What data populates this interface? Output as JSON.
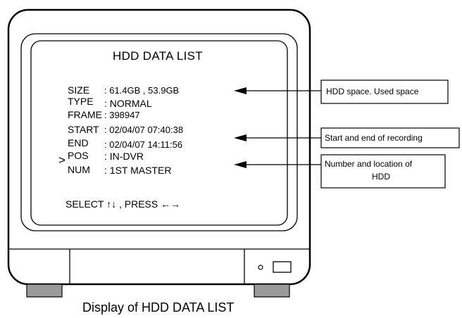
{
  "screen": {
    "title": "HDD DATA LIST",
    "pointer": ">",
    "rows": [
      {
        "label": "SIZE",
        "value": ": 61.4GB , 53.9GB"
      },
      {
        "label": "TYPE",
        "value": ": NORMAL"
      },
      {
        "label": "FRAME",
        "value": ": 398947"
      },
      {
        "label": "START",
        "value": ": 02/04/07  07:40:38"
      },
      {
        "label": "END",
        "value": ": 02/04/07  14:11:56"
      },
      {
        "label": "POS",
        "value": ": IN-DVR"
      },
      {
        "label": "NUM",
        "value": ": 1ST MASTER"
      }
    ],
    "select_hint": "SELECT  ↑↓ ,  PRESS  ←→"
  },
  "callouts": [
    {
      "text": "HDD space. Used space"
    },
    {
      "text": "Start and end of recording"
    },
    {
      "text_line1": "Number and location of",
      "text_line2": "HDD"
    }
  ],
  "caption": "Display of HDD DATA LIST",
  "icons": [
    "pointer-arrow-icon",
    "up-down-arrows-icon",
    "left-right-arrows-icon",
    "callout-arrow-icon",
    "power-led-icon",
    "front-panel-button-icon"
  ],
  "colors": {
    "line": "#000000",
    "background": "#ffffff",
    "foot": "#9a9a9a"
  }
}
